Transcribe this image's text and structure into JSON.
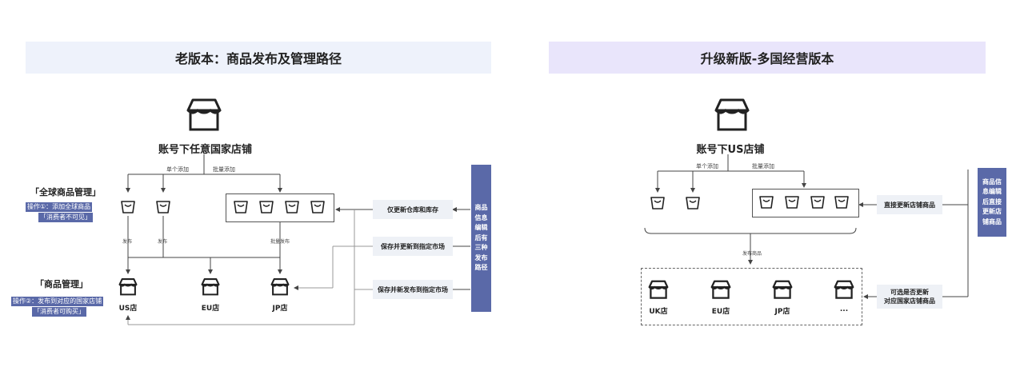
{
  "left": {
    "title": "老版本：商品发布及管理路径",
    "main_label": "账号下任意国家店铺",
    "single_add": "单个添加",
    "batch_add": "批量添加",
    "global_mgmt": "「全球商品管理」",
    "op1_line1": "操作①：添加全球商品",
    "op1_line2": "「消费者不可见」",
    "publish1": "发布",
    "publish2": "发布",
    "batch_publish": "批量发布",
    "goods_mgmt": "「商品管理」",
    "op2_line1": "操作②：发布到对应的国家店铺",
    "op2_line2": "「消费者可购买」",
    "stores": [
      "US店",
      "EU店",
      "JP店"
    ],
    "actions": [
      "仅更新仓库和库存",
      "保存并更新到指定市场",
      "保存并新发布到指定市场"
    ],
    "sidebar": [
      "商品",
      "信息",
      "编辑",
      "后有",
      "三种",
      "发布",
      "路径"
    ]
  },
  "right": {
    "title": "升级新版-多国经营版本",
    "main_label": "账号下US店铺",
    "single_add": "单个添加",
    "batch_add": "批量添加",
    "publish_goods": "发布商品",
    "stores": [
      "UK店",
      "EU店",
      "JP店",
      "..."
    ],
    "action1": "直接更新店铺商品",
    "action2_line1": "可选是否更新",
    "action2_line2": "对应国家店铺商品",
    "sidebar": [
      "商品信",
      "息编辑",
      "后直接",
      "更新店",
      "铺商品"
    ]
  },
  "colors": {
    "accent": "#5a69a8",
    "banner_left": "#eef2fb",
    "banner_right": "#e9e5fb",
    "action_bg": "#eef1f6"
  },
  "icons": [
    "store-icon",
    "bag-icon",
    "arrow-icon"
  ]
}
